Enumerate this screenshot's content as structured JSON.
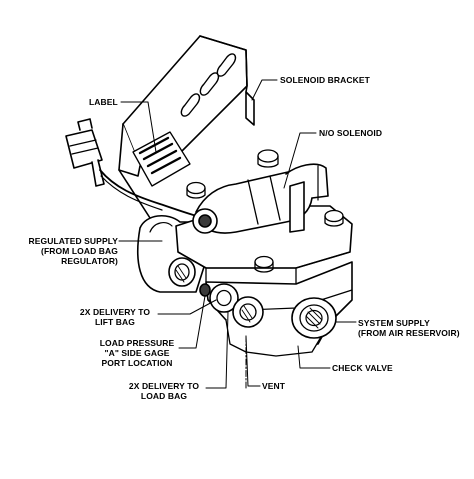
{
  "labels": {
    "label": "LABEL",
    "solenoid_bracket": "SOLENOID BRACKET",
    "no_solenoid": "N/O SOLENOID",
    "regulated_supply": [
      "REGULATED SUPPLY",
      "(FROM LOAD BAG",
      "REGULATOR)"
    ],
    "delivery_lift": [
      "2X DELIVERY TO",
      "LIFT BAG"
    ],
    "load_pressure": [
      "LOAD PRESSURE",
      "\"A\" SIDE  GAGE",
      "PORT LOCATION"
    ],
    "delivery_load": [
      "2X DELIVERY TO",
      "LOAD BAG"
    ],
    "vent": "VENT",
    "check_valve": "CHECK VALVE",
    "system_supply": [
      "SYSTEM SUPPLY",
      "(FROM AIR RESERVOIR)"
    ]
  },
  "colors": {
    "line": "#000000",
    "background": "#ffffff",
    "shade": "#3a3a3a"
  }
}
